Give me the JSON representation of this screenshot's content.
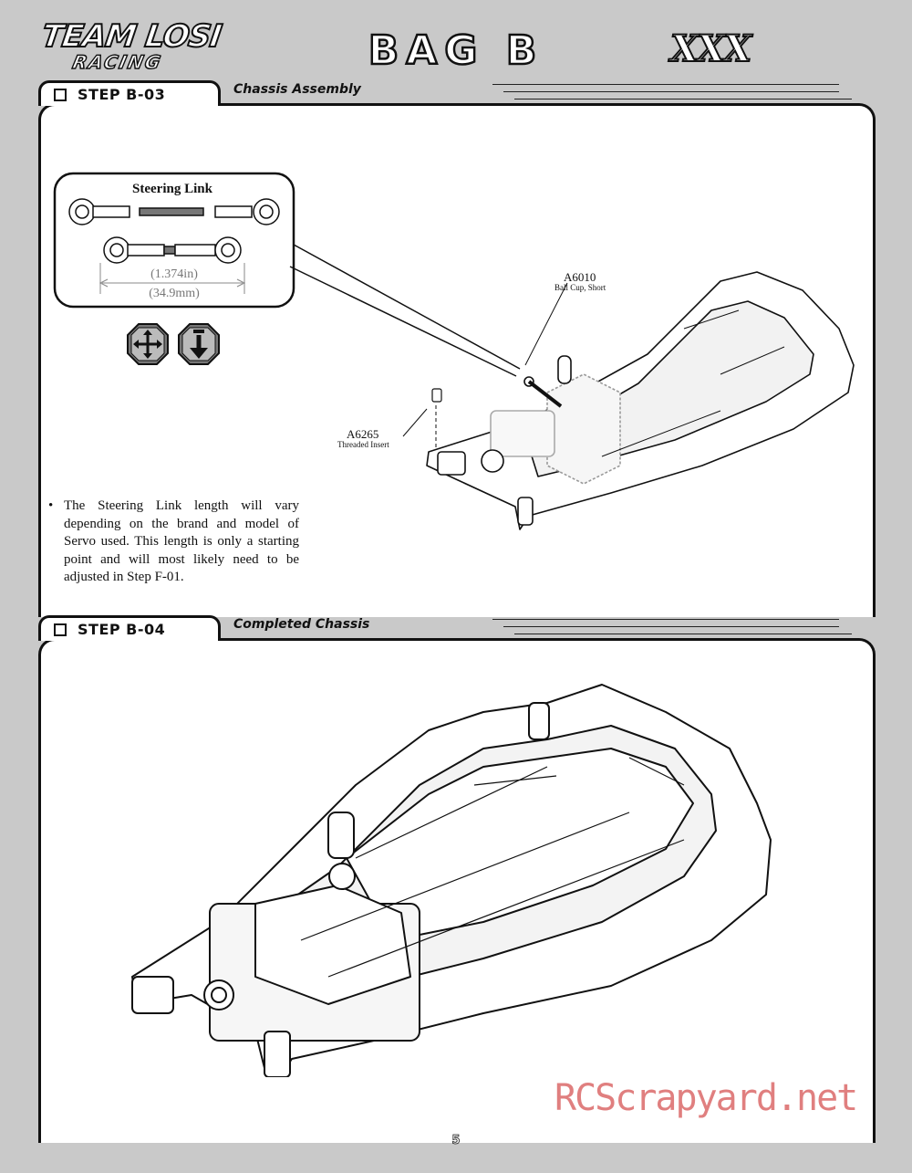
{
  "header": {
    "logo_team": "TEAM LOSI",
    "logo_racing": "RACING",
    "bag_title": "BAG B",
    "logo_model": "XXX"
  },
  "step1": {
    "label": "STEP B-03",
    "title": "Chassis Assembly",
    "inset_title": "Steering Link",
    "dim_in": "(1.374in)",
    "dim_mm": "(34.9mm)",
    "part1_code": "A6010",
    "part1_name": "Ball Cup, Short",
    "part2_code": "A6265",
    "part2_name": "Threaded Insert",
    "note": "The Steering Link length will vary depending on the brand and model of Servo used. This length is only a starting point and will most likely need to be adjusted in Step F-01."
  },
  "step2": {
    "label": "STEP B-04",
    "title": "Completed Chassis"
  },
  "footer": {
    "page": "5",
    "watermark": "RCScrapyard.net"
  },
  "icons": [
    "move-arrows-icon",
    "press-down-icon"
  ],
  "colors": {
    "background": "#c9c9c9",
    "watermark": "#e07f7f"
  }
}
